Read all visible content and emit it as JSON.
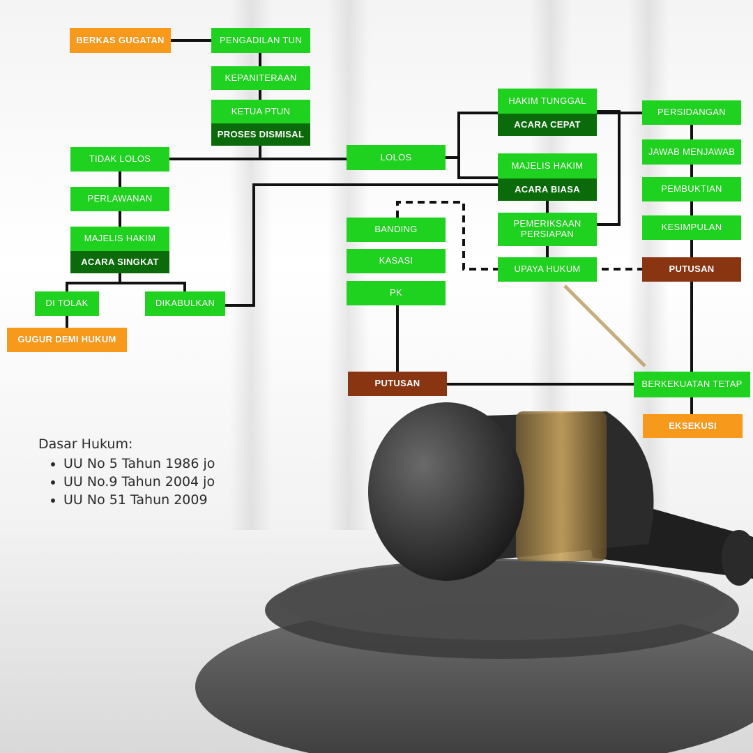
{
  "flow": {
    "berkas_gugatan": "BERKAS GUGATAN",
    "pengadilan_tun": "PENGADILAN TUN",
    "kepaniteraan": "KEPANITERAAN",
    "ketua_ptun": "KETUA PTUN",
    "proses_dismisal": "PROSES DISMISAL",
    "tidak_lolos": "TIDAK LOLOS",
    "perlawanan": "PERLAWANAN",
    "majelis_hakim_singkat": "MAJELIS HAKIM",
    "acara_singkat": "ACARA SINGKAT",
    "di_tolak": "DI TOLAK",
    "dikabulkan": "DIKABULKAN",
    "gugur_demi_hukum": "GUGUR DEMI HUKUM",
    "lolos": "LOLOS",
    "hakim_tunggal": "HAKIM TUNGGAL",
    "acara_cepat": "ACARA CEPAT",
    "majelis_hakim_biasa": "MAJELIS HAKIM",
    "acara_biasa": "ACARA BIASA",
    "pemeriksaan_persiapan": "PEMERIKSAAN PERSIAPAN",
    "upaya_hukum": "UPAYA HUKUM",
    "banding": "BANDING",
    "kasasi": "KASASI",
    "pk": "PK",
    "putusan_bawah": "PUTUSAN",
    "persidangan": "PERSIDANGAN",
    "jawab_menjawab": "JAWAB MENJAWAB",
    "pembuktian": "PEMBUKTIAN",
    "kesimpulan": "KESIMPULAN",
    "putusan_kanan": "PUTUSAN",
    "berkekuatan_tetap": "BERKEKUATAN TETAP",
    "eksekusi": "EKSEKUSI"
  },
  "legal_basis": {
    "heading": "Dasar Hukum:",
    "items": [
      "UU No 5 Tahun 1986 jo",
      "UU No.9 Tahun 2004 jo",
      "UU No 51 Tahun 2009"
    ]
  },
  "colors": {
    "step": "#1fd21f",
    "step_dark": "#0b6b0b",
    "start_end": "#f79a1b",
    "verdict": "#8a3512",
    "connector": "#111111"
  },
  "background_image": "judge-gavel-on-sound-block"
}
